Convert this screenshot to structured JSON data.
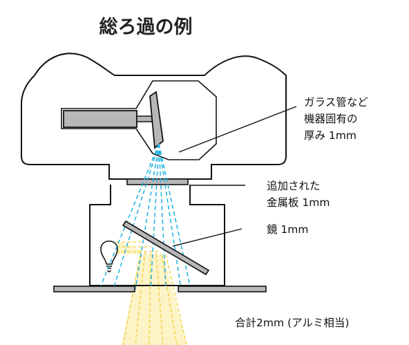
{
  "title": "総ろ過の例",
  "labels": {
    "tube_filtration": [
      "ガラス管など",
      "機器固有の",
      "厚み 1mm"
    ],
    "added_plate": [
      "追加された",
      "金属板 1mm"
    ],
    "mirror": "鏡 1mm",
    "total": "合計2mm (アルミ相当)"
  },
  "colors": {
    "outline": "#111111",
    "component_fill": "#b7b7b7",
    "xray_beam": "#27b6e3",
    "light_beam": "#f6d64f",
    "light_fill": "#fbf1bd"
  }
}
